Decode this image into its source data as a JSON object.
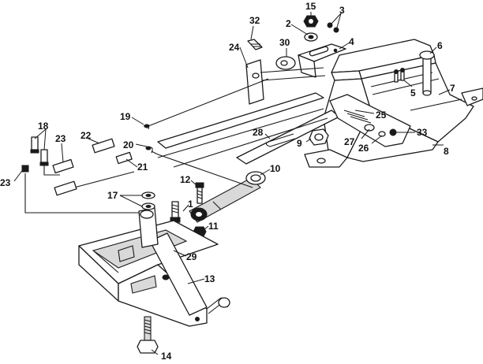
{
  "callouts": [
    {
      "id": "c1",
      "text": "1"
    },
    {
      "id": "c2",
      "text": "2"
    },
    {
      "id": "c3",
      "text": "3"
    },
    {
      "id": "c4",
      "text": "4"
    },
    {
      "id": "c5",
      "text": "5"
    },
    {
      "id": "c6",
      "text": "6"
    },
    {
      "id": "c7",
      "text": "7"
    },
    {
      "id": "c8",
      "text": "8"
    },
    {
      "id": "c9",
      "text": "9"
    },
    {
      "id": "c10",
      "text": "10"
    },
    {
      "id": "c11",
      "text": "11"
    },
    {
      "id": "c12",
      "text": "12"
    },
    {
      "id": "c13",
      "text": "13"
    },
    {
      "id": "c14",
      "text": "14"
    },
    {
      "id": "c15",
      "text": "15"
    },
    {
      "id": "c17",
      "text": "17"
    },
    {
      "id": "c18",
      "text": "18"
    },
    {
      "id": "c19",
      "text": "19"
    },
    {
      "id": "c20",
      "text": "20"
    },
    {
      "id": "c21",
      "text": "21"
    },
    {
      "id": "c22",
      "text": "22"
    },
    {
      "id": "c23a",
      "text": "23"
    },
    {
      "id": "c23b",
      "text": "23"
    },
    {
      "id": "c24",
      "text": "24"
    },
    {
      "id": "c25",
      "text": "25"
    },
    {
      "id": "c26",
      "text": "26"
    },
    {
      "id": "c27",
      "text": "27"
    },
    {
      "id": "c28",
      "text": "28"
    },
    {
      "id": "c29",
      "text": "29"
    },
    {
      "id": "c30",
      "text": "30"
    },
    {
      "id": "c32",
      "text": "32"
    },
    {
      "id": "c33",
      "text": "33"
    }
  ]
}
